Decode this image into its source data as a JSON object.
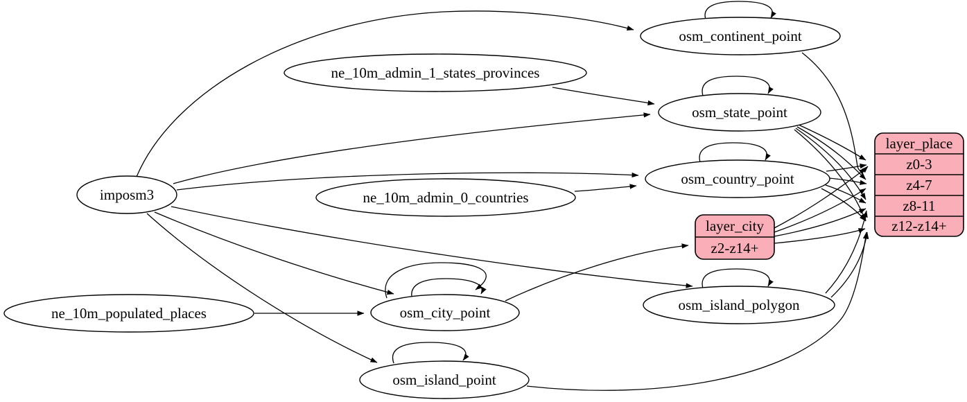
{
  "diagram_type": "etl-dependency-graph",
  "colors": {
    "record_fill": "#f9aeb8",
    "record_stroke": "#000000",
    "node_fill": "#ffffff",
    "edge_color": "#000000",
    "background": "#ffffff"
  },
  "nodes": {
    "imposm3": "imposm3",
    "ne_10m_admin_1_states_provinces": "ne_10m_admin_1_states_provinces",
    "ne_10m_admin_0_countries": "ne_10m_admin_0_countries",
    "ne_10m_populated_places": "ne_10m_populated_places",
    "osm_continent_point": "osm_continent_point",
    "osm_state_point": "osm_state_point",
    "osm_country_point": "osm_country_point",
    "osm_city_point": "osm_city_point",
    "osm_island_polygon": "osm_island_polygon",
    "osm_island_point": "osm_island_point"
  },
  "records": {
    "layer_city": {
      "title": "layer_city",
      "rows": [
        "z2-z14+"
      ]
    },
    "layer_place": {
      "title": "layer_place",
      "rows": [
        "z0-3",
        "z4-7",
        "z8-11",
        "z12-z14+"
      ]
    }
  },
  "edges": [
    {
      "from": "imposm3",
      "to": "osm_continent_point"
    },
    {
      "from": "imposm3",
      "to": "osm_state_point"
    },
    {
      "from": "imposm3",
      "to": "osm_country_point"
    },
    {
      "from": "imposm3",
      "to": "osm_city_point"
    },
    {
      "from": "imposm3",
      "to": "osm_island_polygon"
    },
    {
      "from": "imposm3",
      "to": "osm_island_point"
    },
    {
      "from": "ne_10m_admin_1_states_provinces",
      "to": "osm_state_point"
    },
    {
      "from": "ne_10m_admin_0_countries",
      "to": "osm_country_point"
    },
    {
      "from": "ne_10m_populated_places",
      "to": "osm_city_point"
    },
    {
      "from": "osm_continent_point",
      "to": "osm_continent_point"
    },
    {
      "from": "osm_state_point",
      "to": "osm_state_point"
    },
    {
      "from": "osm_country_point",
      "to": "osm_country_point"
    },
    {
      "from": "osm_city_point",
      "to": "osm_city_point"
    },
    {
      "from": "osm_city_point",
      "to": "osm_city_point"
    },
    {
      "from": "osm_island_polygon",
      "to": "osm_island_polygon"
    },
    {
      "from": "osm_island_point",
      "to": "osm_island_point"
    },
    {
      "from": "osm_city_point",
      "to": "layer_city:z2-z14+"
    },
    {
      "from": "osm_continent_point",
      "to": "layer_place:z0-3"
    },
    {
      "from": "osm_state_point",
      "to": "layer_place:z0-3"
    },
    {
      "from": "osm_state_point",
      "to": "layer_place:z4-7"
    },
    {
      "from": "osm_state_point",
      "to": "layer_place:z8-11"
    },
    {
      "from": "osm_state_point",
      "to": "layer_place:z12-z14+"
    },
    {
      "from": "osm_country_point",
      "to": "layer_place:z0-3"
    },
    {
      "from": "osm_country_point",
      "to": "layer_place:z4-7"
    },
    {
      "from": "osm_country_point",
      "to": "layer_place:z8-11"
    },
    {
      "from": "osm_country_point",
      "to": "layer_place:z12-z14+"
    },
    {
      "from": "layer_city",
      "to": "layer_place:z0-3"
    },
    {
      "from": "layer_city",
      "to": "layer_place:z4-7"
    },
    {
      "from": "layer_city",
      "to": "layer_place:z8-11"
    },
    {
      "from": "layer_city",
      "to": "layer_place:z12-z14+"
    },
    {
      "from": "osm_island_polygon",
      "to": "layer_place:z8-11"
    },
    {
      "from": "osm_island_polygon",
      "to": "layer_place:z12-z14+"
    },
    {
      "from": "osm_island_point",
      "to": "layer_place:z12-z14+"
    }
  ]
}
